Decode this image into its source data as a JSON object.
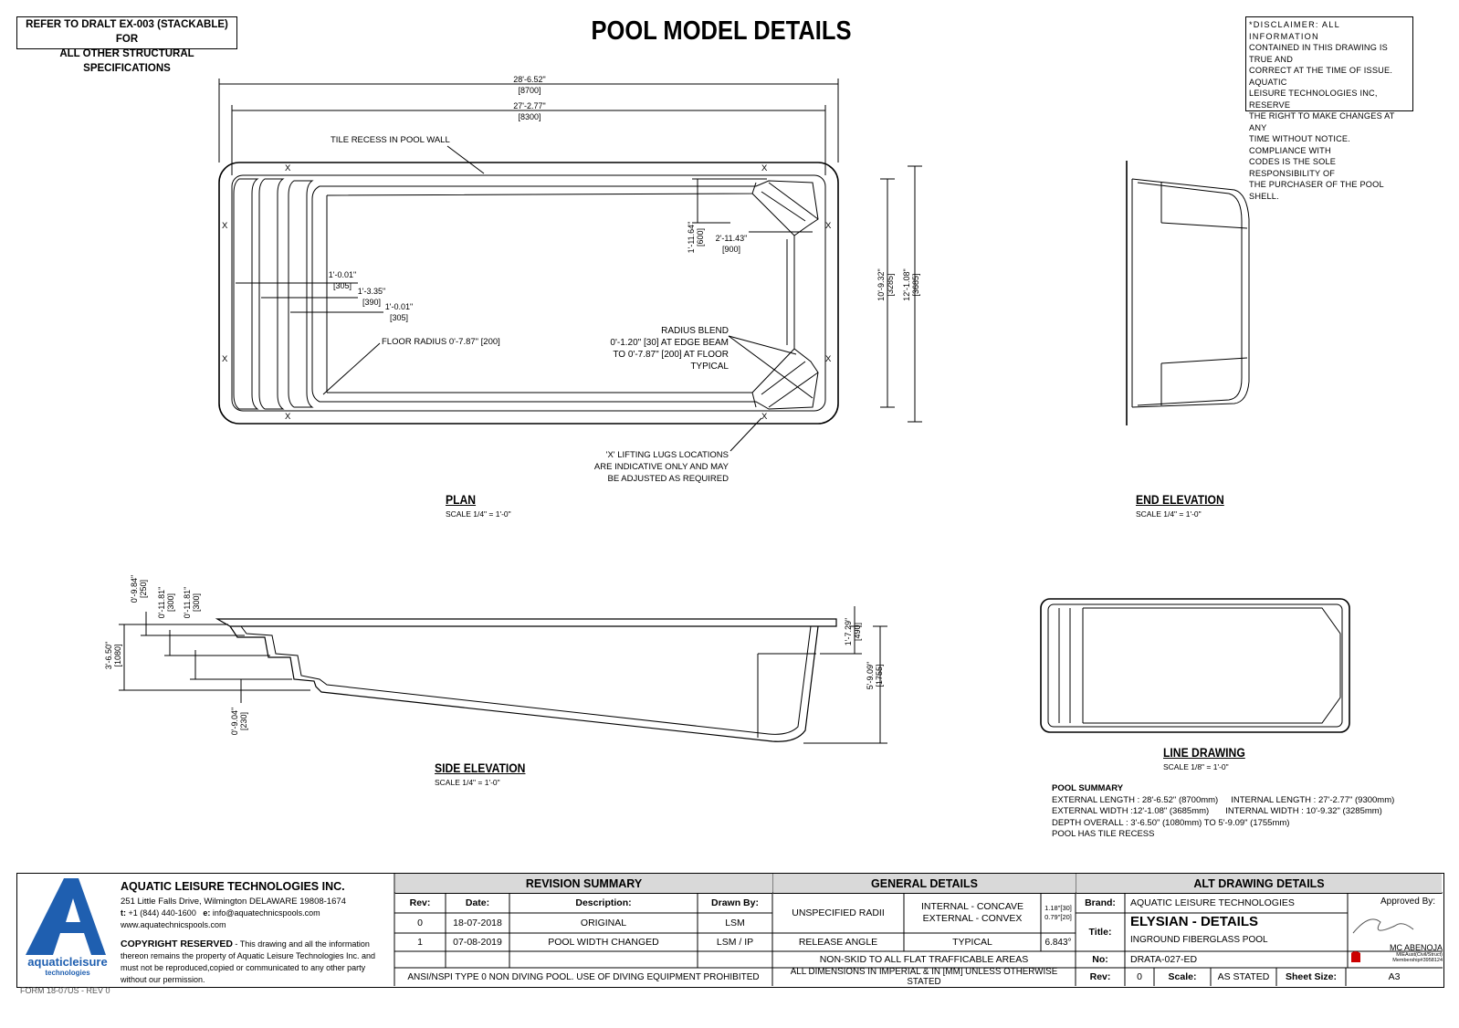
{
  "header": {
    "reference_note_line1": "REFER TO DRALT EX-003 (STACKABLE) FOR",
    "reference_note_line2": "ALL OTHER STRUCTURAL SPECIFICATIONS",
    "title": "POOL MODEL DETAILS",
    "disclaimer": [
      "*DISCLAIMER: ALL INFORMATION",
      "CONTAINED IN THIS DRAWING IS TRUE AND",
      "CORRECT AT THE TIME OF ISSUE. AQUATIC",
      "LEISURE TECHNOLOGIES INC, RESERVE",
      "THE RIGHT TO MAKE CHANGES AT ANY",
      "TIME WITHOUT NOTICE. COMPLIANCE WITH",
      "CODES IS THE SOLE RESPONSIBILITY OF",
      "THE PURCHASER OF THE POOL SHELL."
    ]
  },
  "plan": {
    "title": "PLAN",
    "scale": "SCALE 1/4\" = 1'-0\"",
    "dim_overall_length": "28'-6.52\"",
    "dim_overall_length_mm": "[8700]",
    "dim_internal_length": "27'-2.77\"",
    "dim_internal_length_mm": "[8300]",
    "tile_recess": "TILE RECESS IN POOL WALL",
    "step1": "1'-0.01\"",
    "step1_mm": "[305]",
    "step2": "1'-3.35\"",
    "step2_mm": "[390]",
    "step3": "1'-0.01\"",
    "step3_mm": "[305]",
    "floor_radius": "FLOOR RADIUS 0'-7.87\" [200]",
    "seat_depth": "1'-11.64\"",
    "seat_depth_mm": "[600]",
    "seat_width": "2'-11.43\"",
    "seat_width_mm": "[900]",
    "radius_blend": [
      "RADIUS BLEND",
      "0'-1.20\" [30] AT EDGE BEAM",
      "TO 0'-7.87\" [200] AT FLOOR",
      "TYPICAL"
    ],
    "internal_width": "10'-9.32\"",
    "internal_width_mm": "[3285]",
    "external_width": "12'-1.08\"",
    "external_width_mm": "[3685]",
    "lug_mark": "X",
    "lugs_note": [
      "'X' LIFTING LUGS LOCATIONS",
      "ARE INDICATIVE ONLY AND MAY",
      "BE ADJUSTED AS REQUIRED"
    ]
  },
  "end_elevation": {
    "title": "END ELEVATION",
    "scale": "SCALE 1/4\" = 1'-0\""
  },
  "side_elevation": {
    "title": "SIDE ELEVATION",
    "scale": "SCALE 1/4\" = 1'-0\"",
    "d1": "0'-9.84\"",
    "d1_mm": "[250]",
    "d2": "0'-11.81\"",
    "d2_mm": "[300]",
    "d3": "0'-11.81\"",
    "d3_mm": "[300]",
    "d_shallow": "3'-6.50\"",
    "d_shallow_mm": "[1080]",
    "d_floor": "0'-9.04\"",
    "d_floor_mm": "[230]",
    "d_ledge": "1'-7.29\"",
    "d_ledge_mm": "[490]",
    "d_deep": "5'-9.09\"",
    "d_deep_mm": "[1755]"
  },
  "line_drawing": {
    "title": "LINE DRAWING",
    "scale": "SCALE 1/8\" = 1'-0\""
  },
  "pool_summary": {
    "title": "POOL SUMMARY",
    "line1_left": "EXTERNAL LENGTH : 28'-6.52\"  (8700mm)",
    "line1_right": "INTERNAL LENGTH : 27'-2.77\" (9300mm)",
    "line2_left": "EXTERNAL WIDTH   :12'-1.08\" (3685mm)",
    "line2_right": "INTERNAL WIDTH   : 10'-9.32\" (3285mm)",
    "line3": "DEPTH OVERALL     : 3'-6.50\" (1080mm) TO 5'-9.09\" (1755mm)",
    "line4": "POOL HAS TILE RECESS"
  },
  "title_block": {
    "company": "AQUATIC LEISURE TECHNOLOGIES INC.",
    "address": "251 Little Falls Drive, Wilmington DELAWARE 19808-1674",
    "phone_label": "t:",
    "phone": "+1 (844) 440-1600",
    "email_label": "e:",
    "email": "info@aquatechnicspools.com",
    "website": "www.aquatechnicspools.com",
    "copyright_bold": "COPYRIGHT RESERVED",
    "copyright_text": " - This drawing and all the information thereon remains the property of Aquatic Leisure Technologies Inc. and must not be reproduced,copied or communicated to any other party without our permission.",
    "logo_letter": "A",
    "logo_word1": "aquatic",
    "logo_word2": "leisure",
    "logo_word3": "technologies",
    "form": "FORM 18-07US - REV 0",
    "revision": {
      "header": "REVISION SUMMARY",
      "cols": [
        "Rev:",
        "Date:",
        "Description:",
        "Drawn By:"
      ],
      "rows": [
        [
          "0",
          "18-07-2018",
          "ORIGINAL",
          "LSM"
        ],
        [
          "1",
          "07-08-2019",
          "POOL WIDTH CHANGED",
          "LSM / IP"
        ]
      ],
      "footer": "ANSI/NSPI TYPE 0 NON DIVING POOL. USE OF DIVING EQUIPMENT PROHIBITED"
    },
    "general": {
      "header": "GENERAL DETAILS",
      "radii_label": "UNSPECIFIED RADII",
      "internal": "INTERNAL - CONCAVE",
      "external": "EXTERNAL - CONVEX",
      "internal_val": "1.18\"[30]",
      "external_val": "0.79\"[20]",
      "release_label": "RELEASE ANGLE",
      "release_type": "TYPICAL",
      "release_val": "6.843°",
      "nonskid": "NON-SKID TO ALL FLAT TRAFFICABLE AREAS",
      "footer": "ALL DIMENSIONS IN IMPERIAL & IN [MM] UNLESS OTHERWISE STATED"
    },
    "alt": {
      "header": "ALT DRAWING DETAILS",
      "brand_label": "Brand:",
      "brand": "AQUATIC LEISURE TECHNOLOGIES",
      "title_label": "Title:",
      "title_main": "ELYSIAN - DETAILS",
      "title_sub": "INGROUND FIBERGLASS POOL",
      "no_label": "No:",
      "no": "DRATA-027-ED",
      "rev_label": "Rev:",
      "rev": "0",
      "scale_label": "Scale:",
      "scale": "AS STATED",
      "sheet_label": "Sheet Size:",
      "sheet": "A3",
      "approved_label": "Approved By:",
      "approver": "MC ABENOJA",
      "approver_cred1": "MIEAust(Civil/Struct)",
      "approver_cred2": "Membership#3958124"
    }
  }
}
